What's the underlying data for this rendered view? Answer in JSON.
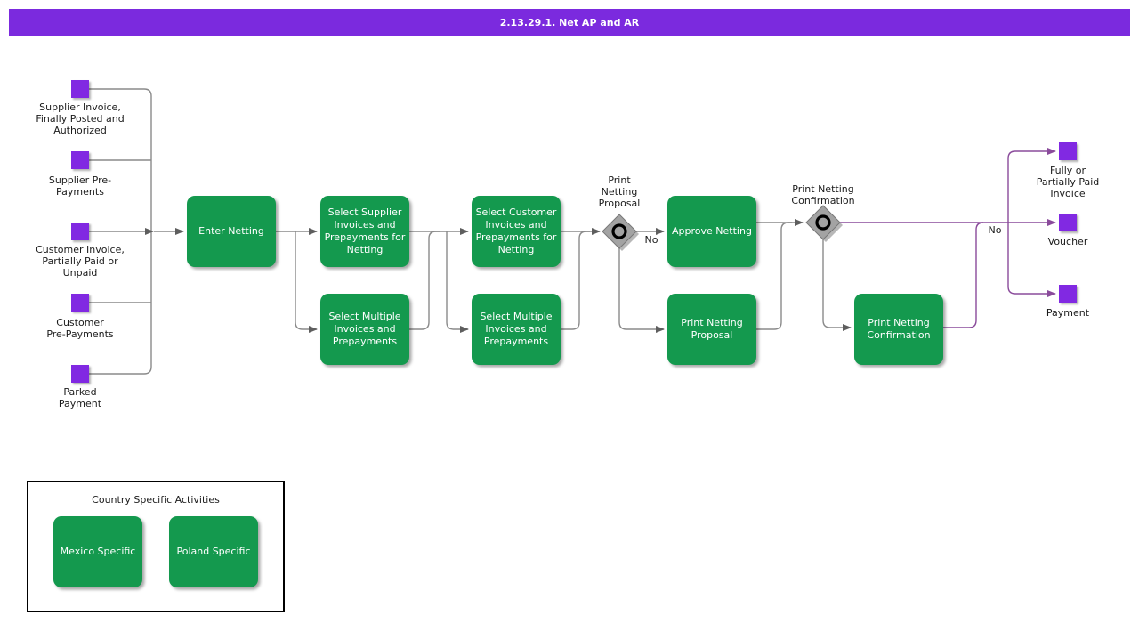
{
  "title": "2.13.29.1. Net AP and AR",
  "colors": {
    "header": "#7b2ade",
    "activity": "#14994e",
    "event": "#8129e2",
    "line": "#8a8a8a",
    "arrowhead": "#5e5e5e",
    "flow": "#8a4b9b",
    "gateway": "#a3a3a3",
    "gateway-border": "#787878",
    "ring": "#000000",
    "text": "#1a1a1a"
  },
  "sources": [
    {
      "label": "Supplier Invoice,\nFinally Posted and\nAuthorized"
    },
    {
      "label": "Supplier Pre-\nPayments"
    },
    {
      "label": "Customer Invoice,\nPartially Paid or\nUnpaid"
    },
    {
      "label": "Customer\nPre-Payments"
    },
    {
      "label": "Parked\nPayment"
    }
  ],
  "activities": {
    "enter": "Enter Netting",
    "select_supplier": "Select Supplier\nInvoices and\nPrepayments for\nNetting",
    "select_multiple_a": "Select Multiple\nInvoices and\nPrepayments",
    "select_customer": "Select Customer\nInvoices and\nPrepayments for\nNetting",
    "select_multiple_b": "Select Multiple\nInvoices and\nPrepayments",
    "approve": "Approve Netting",
    "print_proposal": "Print Netting\nProposal",
    "print_confirmation": "Print Netting\nConfirmation"
  },
  "gateways": [
    {
      "label": "Print\nNetting\nProposal",
      "branch_label": "No"
    },
    {
      "label": "Print Netting\nConfirmation",
      "branch_label": "No"
    }
  ],
  "outputs": [
    {
      "label": "Fully or\nPartially Paid\nInvoice"
    },
    {
      "label": "Voucher"
    },
    {
      "label": "Payment"
    }
  ],
  "country": {
    "title": "Country Specific Activities",
    "activities": {
      "mexico": "Mexico Specific",
      "poland": "Poland Specific"
    }
  }
}
